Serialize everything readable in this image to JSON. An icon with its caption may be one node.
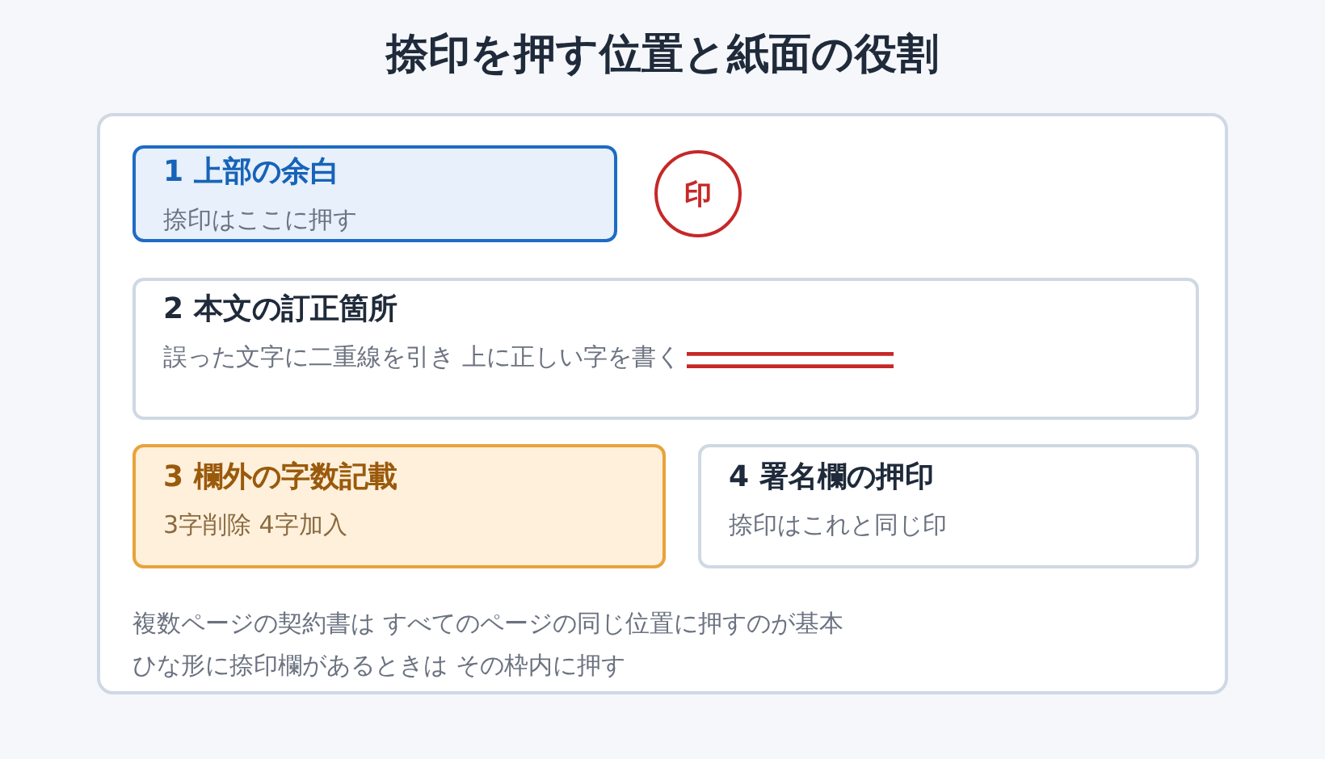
{
  "diagram": {
    "title": "捺印を押す位置と紙面の役割",
    "nodes": [
      {
        "text": [
          "複数ページの契約書は すべてのページの同じ位置に押すのが基本",
          "ひな形に捺印欄があるときは その枠内に押す"
        ]
      },
      {
        "text": [
          "1 上部の余白",
          "捺印はここに押す"
        ],
        "in": 0
      },
      {
        "text": [
          "印"
        ],
        "in": 0
      },
      {
        "text": [
          "2 本文の訂正箇所",
          "誤った文字に二重線を引き 上に正しい字を書く"
        ],
        "in": 0
      },
      {
        "text": [
          "3 欄外の字数記載",
          "3字削除 4字加入"
        ],
        "in": 0
      },
      {
        "text": [
          "4 署名欄の押印",
          "捺印はこれと同じ印"
        ],
        "in": 0
      }
    ]
  }
}
